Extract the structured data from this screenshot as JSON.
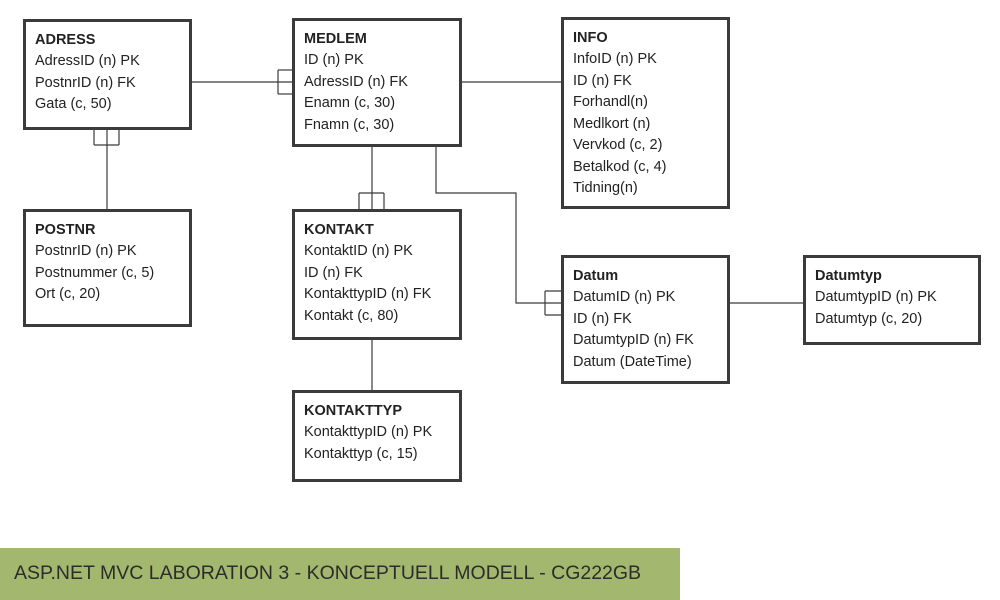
{
  "colors": {
    "line": "#3b3b3b",
    "footer_band": "#a3b76e",
    "background": "#ffffff"
  },
  "entities": {
    "adress": {
      "title": "ADRESS",
      "attributes": [
        "AdressID (n) PK",
        "PostnrID (n) FK",
        "Gata (c, 50)"
      ]
    },
    "postnr": {
      "title": "POSTNR",
      "attributes": [
        "PostnrID (n) PK",
        "Postnummer (c, 5)",
        "Ort (c, 20)"
      ]
    },
    "medlem": {
      "title": "MEDLEM",
      "attributes": [
        "ID (n) PK",
        "AdressID (n) FK",
        "Enamn (c, 30)",
        "Fnamn (c, 30)"
      ]
    },
    "kontakt": {
      "title": "KONTAKT",
      "attributes": [
        "KontaktID (n) PK",
        "ID (n) FK",
        "KontakttypID (n) FK",
        "Kontakt (c, 80)"
      ]
    },
    "kontakttyp": {
      "title": "KONTAKTTYP",
      "attributes": [
        "KontakttypID (n) PK",
        "Kontakttyp (c, 15)"
      ]
    },
    "info": {
      "title": "INFO",
      "attributes": [
        "InfoID (n) PK",
        "ID (n) FK",
        "Forhandl(n)",
        "Medlkort (n)",
        "Vervkod (c, 2)",
        "Betalkod (c, 4)",
        "Tidning(n)"
      ]
    },
    "datum": {
      "title": "Datum",
      "attributes": [
        "DatumID (n) PK",
        "ID (n) FK",
        "DatumtypID (n) FK",
        "Datum (DateTime)"
      ]
    },
    "datumtyp": {
      "title": "Datumtyp",
      "attributes": [
        "DatumtypID (n) PK",
        "Datumtyp (c, 20)"
      ]
    }
  },
  "relationships": [
    {
      "name": "adress-medlem",
      "from": "ADRESS",
      "to": "MEDLEM"
    },
    {
      "name": "adress-postnr",
      "from": "ADRESS",
      "to": "POSTNR"
    },
    {
      "name": "medlem-info",
      "from": "MEDLEM",
      "to": "INFO"
    },
    {
      "name": "medlem-kontakt",
      "from": "MEDLEM",
      "to": "KONTAKT"
    },
    {
      "name": "kontakt-kontakttyp",
      "from": "KONTAKT",
      "to": "KONTAKTTYP"
    },
    {
      "name": "medlem-datum",
      "from": "MEDLEM",
      "to": "Datum"
    },
    {
      "name": "datum-datumtyp",
      "from": "Datum",
      "to": "Datumtyp"
    }
  ],
  "footer": {
    "title": "ASP.NET MVC LABORATION 3 - KONCEPTUELL MODELL - CG222GB"
  }
}
